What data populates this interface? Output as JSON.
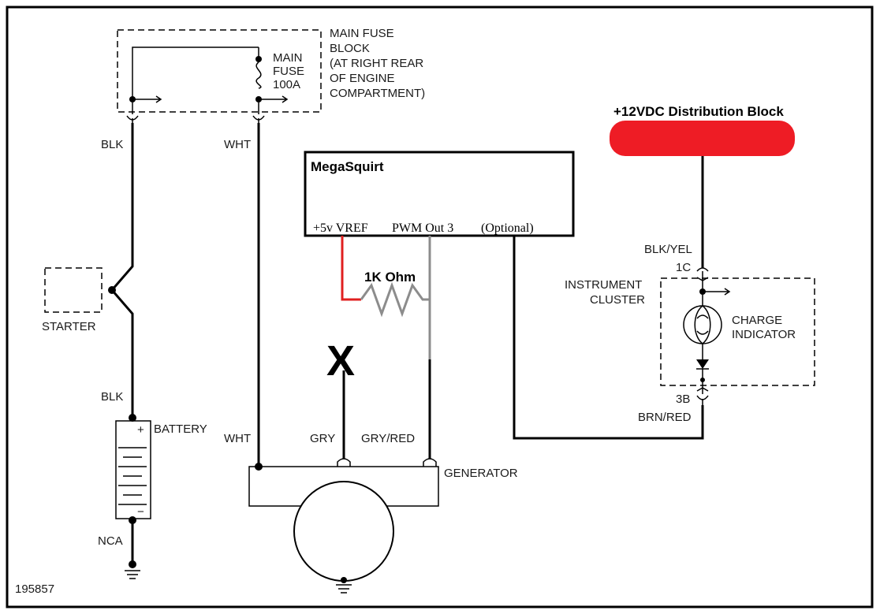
{
  "diagram_id": "195857",
  "main_fuse_block": {
    "title": [
      "MAIN FUSE",
      "BLOCK",
      "(AT RIGHT REAR",
      "OF ENGINE",
      "COMPARTMENT)"
    ],
    "fuse_label": [
      "MAIN",
      "FUSE",
      "100A"
    ]
  },
  "distribution_block": {
    "label": "+12VDC Distribution Block",
    "color": "#ee1c25"
  },
  "megasquirt": {
    "title": "MegaSquirt",
    "pin_vref": "+5v VREF",
    "pin_pwm": "PWM Out 3",
    "pin_optional": "(Optional)"
  },
  "resistor_label": "1K Ohm",
  "x_mark": "X",
  "wires": {
    "blk_upper": "BLK",
    "wht_upper": "WHT",
    "blk_lower": "BLK",
    "wht_lower": "WHT",
    "gry": "GRY",
    "gry_red": "GRY/RED",
    "blk_yel": "BLK/YEL",
    "brn_red": "BRN/RED",
    "nca": "NCA"
  },
  "components": {
    "starter": "STARTER",
    "battery": "BATTERY",
    "generator": "GENERATOR",
    "instrument_cluster": [
      "INSTRUMENT",
      "CLUSTER"
    ],
    "charge_indicator": [
      "CHARGE",
      "INDICATOR"
    ],
    "connector_1c": "1C",
    "connector_3b": "3B",
    "battery_plus": "+",
    "battery_minus": "−"
  },
  "colors": {
    "vref_wire": "#e02020",
    "pwm_wire": "#8c8c8c"
  }
}
